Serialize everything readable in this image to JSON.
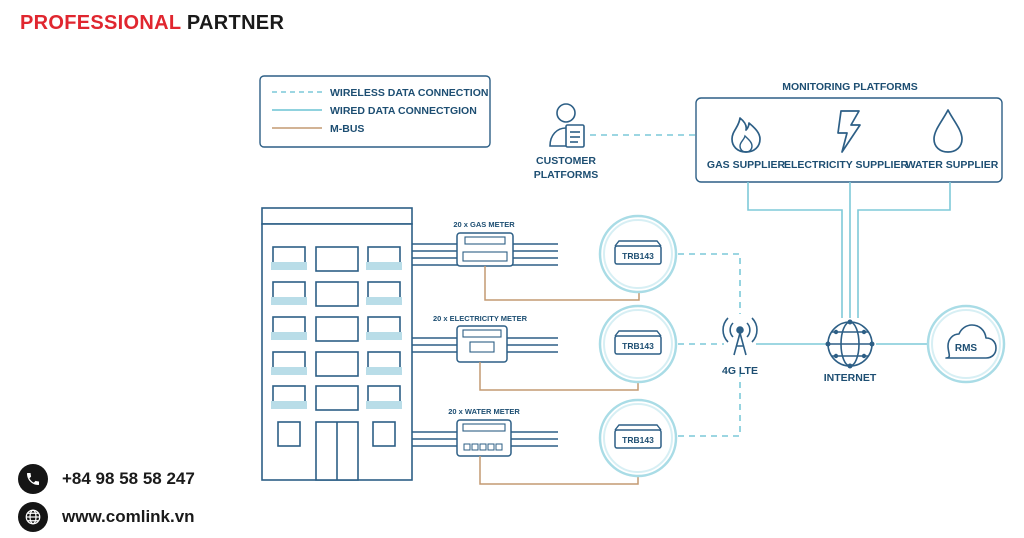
{
  "brand": {
    "highlight": "PROFESSIONAL",
    "rest": "PARTNER"
  },
  "contact": {
    "phone": "+84 98 58 58 247",
    "website": "www.comlink.vn"
  },
  "legend": {
    "wireless": "WIRELESS DATA CONNECTION",
    "wired": "WIRED DATA CONNECTGION",
    "mbus": "M-BUS"
  },
  "customer": {
    "line1": "CUSTOMER",
    "line2": "PLATFORMS"
  },
  "monitoring": {
    "title": "MONITORING PLATFORMS",
    "gas": "GAS SUPPLIER",
    "electricity": "ELECTRICITY SUPPLIER",
    "water": "WATER SUPPLIER"
  },
  "meters": {
    "gas": "20 x GAS METER",
    "electricity": "20 x ELECTRICITY METER",
    "water": "20 x WATER METER"
  },
  "routers": [
    "TRB143",
    "TRB143",
    "TRB143"
  ],
  "network": {
    "lte": "4G LTE",
    "internet": "INTERNET",
    "rms": "RMS"
  },
  "colors": {
    "brand_red": "#e0262f",
    "line_blue": "#2d5f86",
    "wireless": "#7cc9d8",
    "mbus": "#c49a72"
  }
}
